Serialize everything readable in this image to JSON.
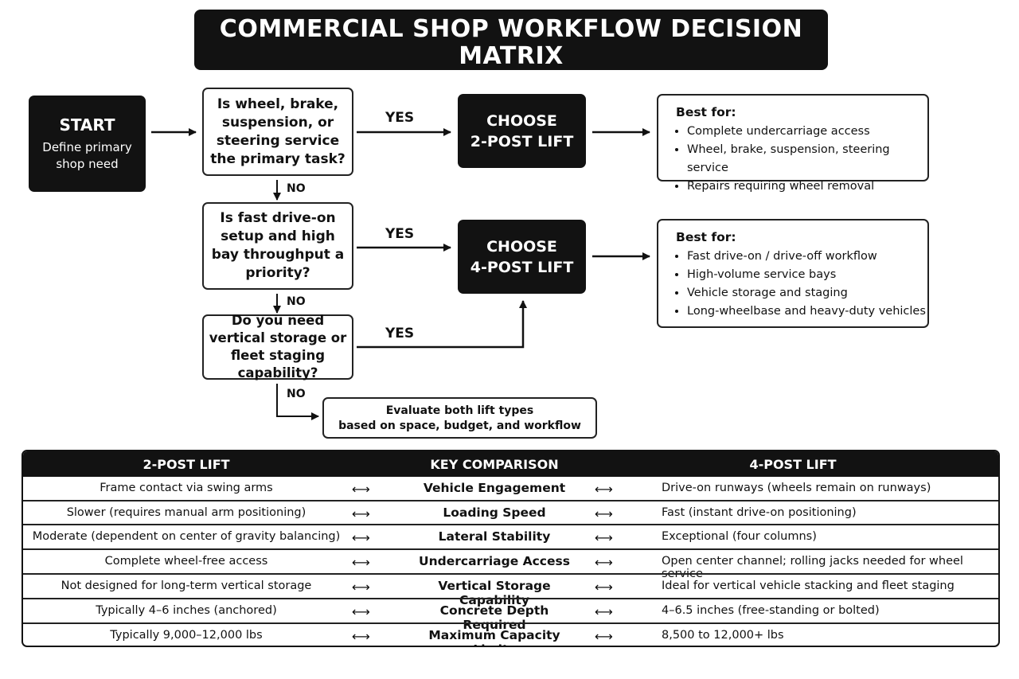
{
  "header": {
    "title": "COMMERCIAL SHOP WORKFLOW DECISION MATRIX",
    "subtitle": "Select the Right Lift: 2-Post vs 4-Post"
  },
  "flow": {
    "start": {
      "title": "START",
      "text": "Define primary shop need"
    },
    "q1": "Is wheel, brake, suspension, or steering service the primary task?",
    "q2": "Is fast drive-on setup and high bay throughput a priority?",
    "q3": "Do you need vertical storage or fleet staging capability?",
    "yes": "YES",
    "no": "NO",
    "choose2": {
      "line1": "CHOOSE",
      "line2": "2-POST LIFT"
    },
    "choose4": {
      "line1": "CHOOSE",
      "line2": "4-POST LIFT"
    },
    "best2": {
      "heading": "Best for:",
      "items": [
        "Complete undercarriage access",
        "Wheel, brake, suspension, steering service",
        "Repairs requiring wheel removal"
      ]
    },
    "best4": {
      "heading": "Best for:",
      "items": [
        "Fast drive-on / drive-off workflow",
        "High-volume service bays",
        "Vehicle storage and staging",
        "Long-wheelbase and heavy-duty vehicles"
      ]
    },
    "evaluate": {
      "line1": "Evaluate both lift types",
      "line2": "based on space, budget, and workflow"
    }
  },
  "table": {
    "headers": {
      "left": "2-POST LIFT",
      "middle": "KEY COMPARISON",
      "right": "4-POST LIFT"
    },
    "arrow": "⟷",
    "rows": [
      {
        "left": "Frame contact via swing arms",
        "key": "Vehicle Engagement",
        "right": "Drive-on runways (wheels remain on runways)"
      },
      {
        "left": "Slower (requires manual arm positioning)",
        "key": "Loading Speed",
        "right": "Fast (instant drive-on positioning)"
      },
      {
        "left": "Moderate (dependent on center of gravity balancing)",
        "key": "Lateral Stability",
        "right": "Exceptional (four columns)"
      },
      {
        "left": "Complete wheel-free access",
        "key": "Undercarriage Access",
        "right": "Open center channel; rolling jacks needed for wheel service"
      },
      {
        "left": "Not designed for long-term vertical storage",
        "key": "Vertical Storage Capability",
        "right": "Ideal for vertical vehicle stacking and fleet staging"
      },
      {
        "left": "Typically 4–6 inches (anchored)",
        "key": "Concrete Depth Required",
        "right": "4–6.5 inches (free-standing or bolted)"
      },
      {
        "left": "Typically 9,000–12,000 lbs",
        "key": "Maximum Capacity Limits",
        "right": "8,500 to 12,000+ lbs"
      }
    ]
  }
}
